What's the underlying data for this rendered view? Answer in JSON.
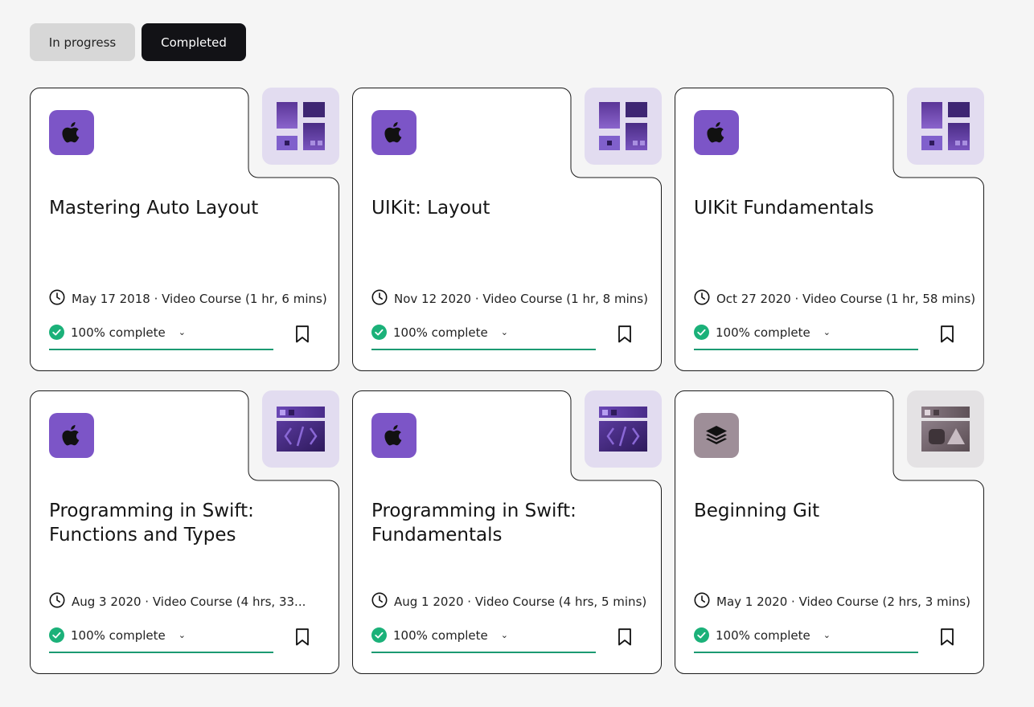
{
  "tabs": {
    "in_progress": "In progress",
    "completed": "Completed"
  },
  "colors": {
    "accent_purple": "#7c55c7",
    "complete_green": "#1b9a72",
    "active_tab": "#121216"
  },
  "cards": [
    {
      "title": "Mastering Auto Layout",
      "meta": "May 17 2018 · Video Course (1 hr, 6 mins)",
      "progress_label": "100% complete",
      "progress": 1.0,
      "logo": "apple-icon",
      "artwork": "layout-grid-icon"
    },
    {
      "title": "UIKit: Layout",
      "meta": "Nov 12 2020 · Video Course (1 hr, 8 mins)",
      "progress_label": "100% complete",
      "progress": 1.0,
      "logo": "apple-icon",
      "artwork": "layout-grid-icon"
    },
    {
      "title": "UIKit Fundamentals",
      "meta": "Oct 27 2020 · Video Course (1 hr, 58 mins)",
      "progress_label": "100% complete",
      "progress": 1.0,
      "logo": "apple-icon",
      "artwork": "layout-grid-icon"
    },
    {
      "title": "Programming in Swift: Functions and Types",
      "meta": "Aug 3 2020 · Video Course (4 hrs, 33...",
      "progress_label": "100% complete",
      "progress": 1.0,
      "logo": "apple-icon",
      "artwork": "code-window-icon"
    },
    {
      "title": "Programming in Swift: Fundamentals",
      "meta": "Aug 1 2020 · Video Course (4 hrs, 5 mins)",
      "progress_label": "100% complete",
      "progress": 1.0,
      "logo": "apple-icon",
      "artwork": "code-window-icon"
    },
    {
      "title": "Beginning Git",
      "meta": "May 1 2020 · Video Course (2 hrs, 3 mins)",
      "progress_label": "100% complete",
      "progress": 1.0,
      "logo": "layers-icon",
      "artwork": "shapes-window-icon"
    }
  ]
}
